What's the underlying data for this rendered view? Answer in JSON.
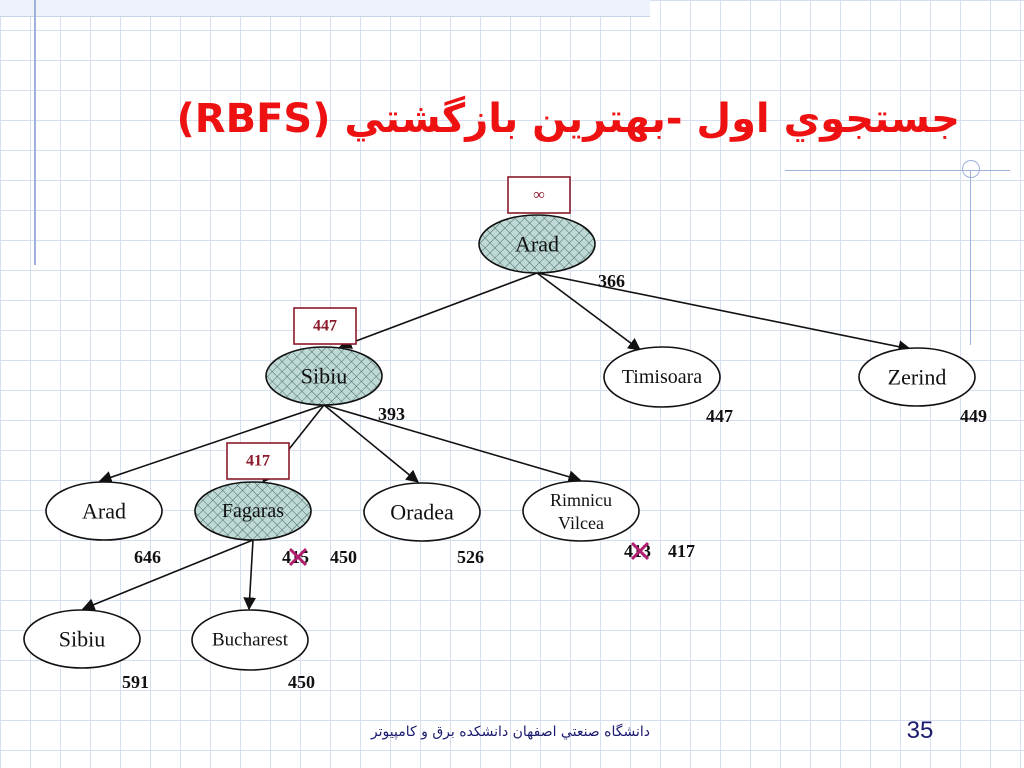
{
  "slide": {
    "title": "جستجوي اول -بهترين بازگشتي (RBFS)",
    "footer": "دانشگاه صنعتي اصفهان دانشکده برق و کامپيوتر",
    "page_number": "35"
  },
  "tree": {
    "nodes": [
      {
        "id": "arad_root",
        "label": "Arad",
        "expanded": true,
        "f_value": "366"
      },
      {
        "id": "sibiu",
        "label": "Sibiu",
        "expanded": true,
        "f_value": "393"
      },
      {
        "id": "timisoara",
        "label": "Timisoara",
        "expanded": false,
        "f_value": "447"
      },
      {
        "id": "zerind",
        "label": "Zerind",
        "expanded": false,
        "f_value": "449"
      },
      {
        "id": "arad_2",
        "label": "Arad",
        "expanded": false,
        "f_value": "646"
      },
      {
        "id": "fagaras",
        "label": "Fagaras",
        "expanded": true,
        "f_value_crossed": "415",
        "f_value": "450"
      },
      {
        "id": "oradea",
        "label": "Oradea",
        "expanded": false,
        "f_value": "526"
      },
      {
        "id": "rimnicu",
        "label_lines": [
          "Rimnicu",
          "Vilcea"
        ],
        "expanded": false,
        "f_value_crossed": "413",
        "f_value": "417"
      },
      {
        "id": "sibiu_2",
        "label": "Sibiu",
        "expanded": false,
        "f_value": "591"
      },
      {
        "id": "bucharest",
        "label": "Bucharest",
        "expanded": false,
        "f_value": "450"
      }
    ],
    "edges": [
      [
        "arad_root",
        "sibiu"
      ],
      [
        "arad_root",
        "timisoara"
      ],
      [
        "arad_root",
        "zerind"
      ],
      [
        "sibiu",
        "arad_2"
      ],
      [
        "sibiu",
        "fagaras"
      ],
      [
        "sibiu",
        "oradea"
      ],
      [
        "sibiu",
        "rimnicu"
      ],
      [
        "fagaras",
        "sibiu_2"
      ],
      [
        "fagaras",
        "bucharest"
      ]
    ],
    "f_limits": [
      {
        "attached_to": "arad_root",
        "value": "∞"
      },
      {
        "attached_to": "sibiu",
        "value": "447"
      },
      {
        "attached_to": "fagaras",
        "value": "417"
      }
    ]
  },
  "colors": {
    "title": "#ee1111",
    "expanded_fill": "#bfdad6",
    "limit_box_border": "#8b1a2b",
    "cross_mark": "#b0206f"
  }
}
